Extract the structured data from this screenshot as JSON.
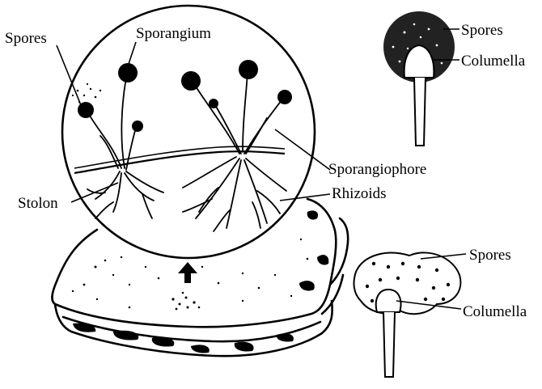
{
  "diagram": {
    "labels": {
      "spores_main": "Spores",
      "sporangium": "Sporangium",
      "stolon": "Stolon",
      "sporangiophore": "Sporangiophore",
      "rhizoids": "Rhizoids",
      "spores_top": "Spores",
      "columella_top": "Columella",
      "spores_bottom": "Spores",
      "columella_bottom": "Columella"
    }
  }
}
